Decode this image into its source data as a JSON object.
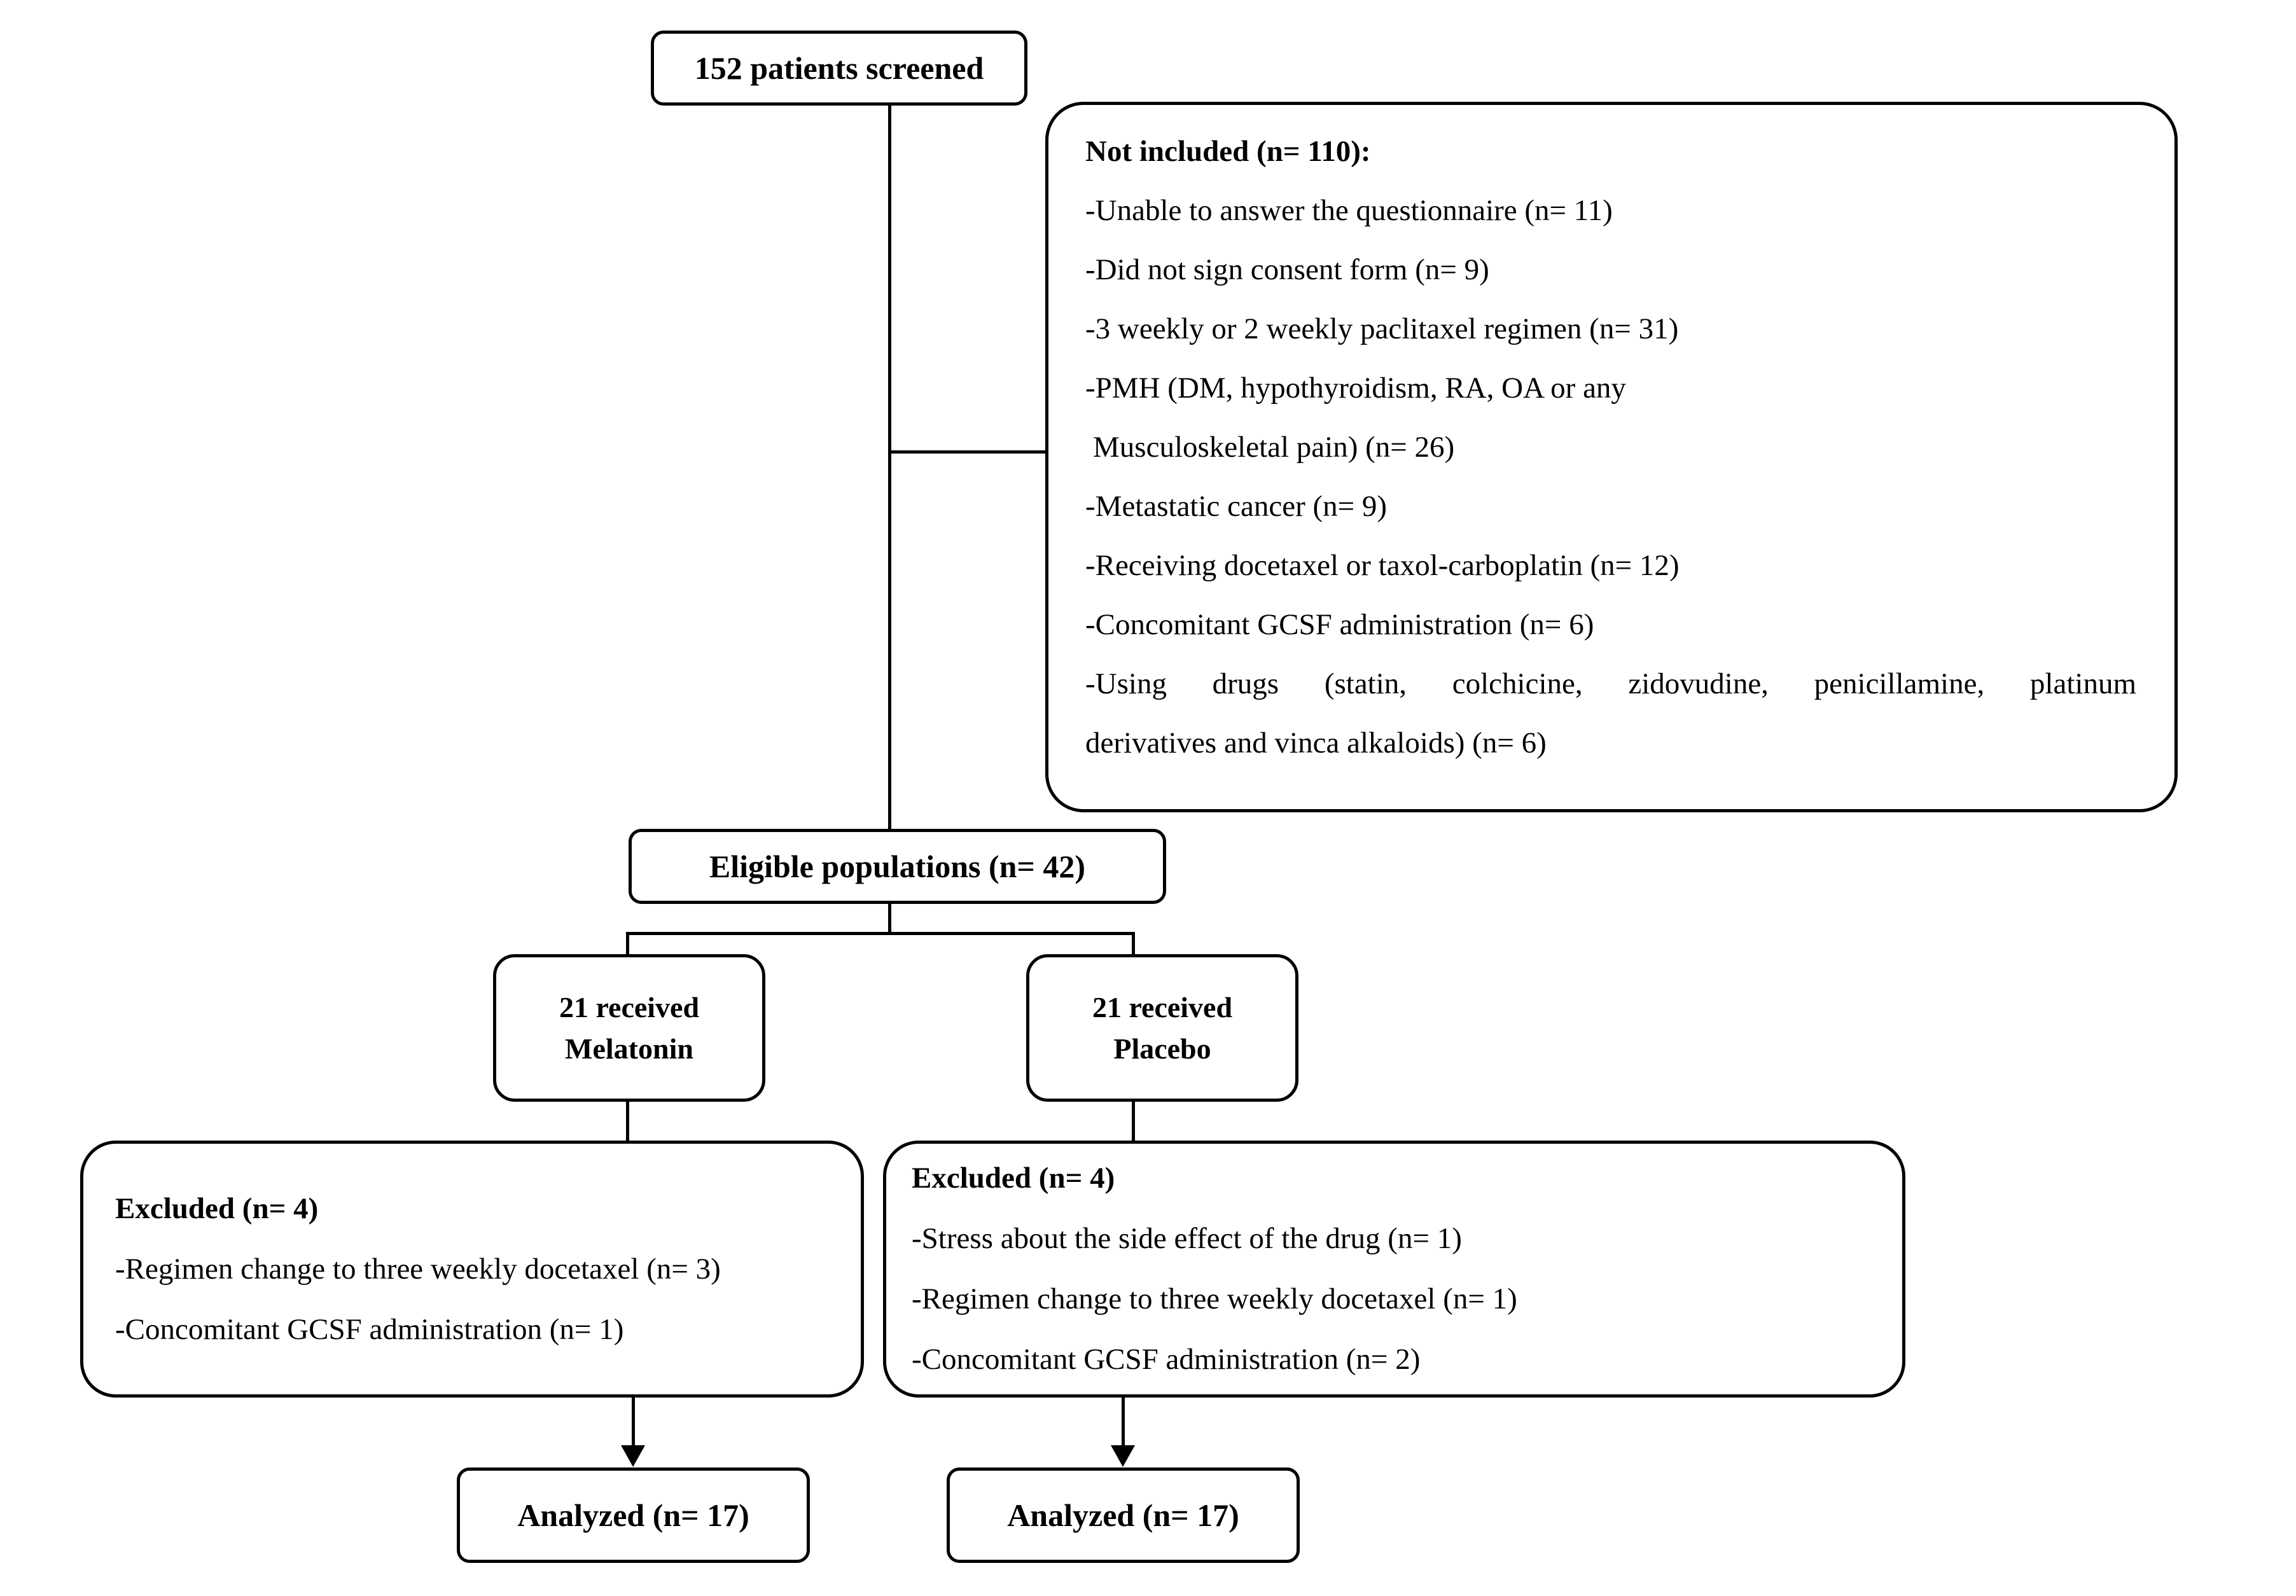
{
  "diagram": {
    "type": "consort-flow-diagram",
    "screened": {
      "label": "152 patients screened",
      "n": 152
    },
    "not_included": {
      "heading": "Not included (n= 110):",
      "n": 110,
      "reasons": [
        {
          "text": "-Unable to answer the questionnaire (n= 11)",
          "n": 11
        },
        {
          "text": "-Did not sign consent form (n= 9)",
          "n": 9
        },
        {
          "text": "-3 weekly or 2 weekly paclitaxel regimen (n= 31)",
          "n": 31
        },
        {
          "text": "-PMH (DM, hypothyroidism, RA, OA or any",
          "line2": " Musculoskeletal pain) (n= 26)",
          "n": 26
        },
        {
          "text": "-Metastatic cancer (n= 9)",
          "n": 9
        },
        {
          "text": "-Receiving docetaxel or taxol-carboplatin (n= 12)",
          "n": 12
        },
        {
          "text": "-Concomitant GCSF administration (n= 6)",
          "n": 6
        },
        {
          "text": "-Using drugs (statin, colchicine, zidovudine, penicillamine, platinum",
          "line2": "derivatives and vinca alkaloids) (n= 6)",
          "n": 6
        }
      ]
    },
    "eligible": {
      "label": "Eligible populations (n= 42)",
      "n": 42
    },
    "arms": [
      {
        "id": "melatonin",
        "label_line1": "21 received",
        "label_line2": "Melatonin",
        "n": 21,
        "excluded": {
          "heading": "Excluded (n= 4)",
          "n": 4,
          "reasons": [
            {
              "text": "-Regimen change to three weekly docetaxel (n= 3)",
              "n": 3
            },
            {
              "text": "-Concomitant GCSF administration (n= 1)",
              "n": 1
            }
          ]
        },
        "analyzed": {
          "label": "Analyzed (n= 17)",
          "n": 17
        }
      },
      {
        "id": "placebo",
        "label_line1": "21 received",
        "label_line2": "Placebo",
        "n": 21,
        "excluded": {
          "heading": "Excluded (n= 4)",
          "n": 4,
          "reasons": [
            {
              "text": "-Stress about the side effect of the drug (n= 1)",
              "n": 1
            },
            {
              "text": "-Regimen change to three weekly docetaxel (n= 1)",
              "n": 1
            },
            {
              "text": "-Concomitant GCSF administration (n= 2)",
              "n": 2
            }
          ]
        },
        "analyzed": {
          "label": "Analyzed (n= 17)",
          "n": 17
        }
      }
    ],
    "colors": {
      "line": "#000000",
      "text": "#000000",
      "background": "#ffffff"
    }
  }
}
